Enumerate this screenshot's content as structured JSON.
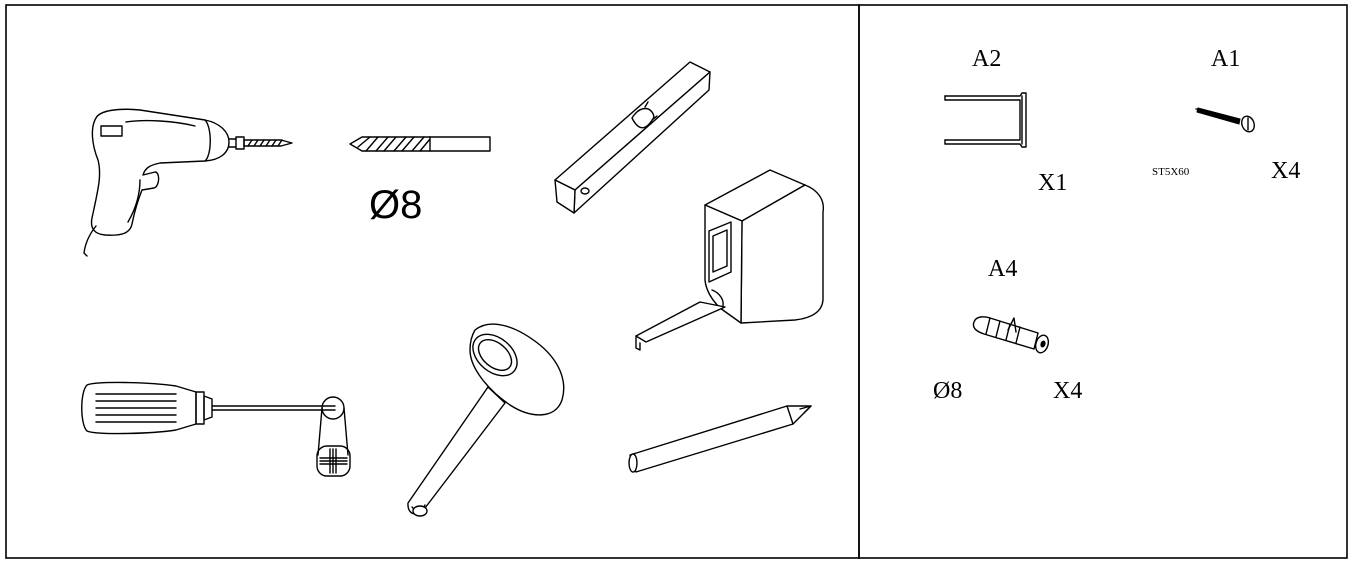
{
  "tools_panel": {
    "drill_bit_label": "Ø8",
    "tools": [
      {
        "name": "electric-drill",
        "icon": "drill-icon"
      },
      {
        "name": "drill-bit",
        "icon": "drill-bit-icon"
      },
      {
        "name": "spirit-level",
        "icon": "level-icon"
      },
      {
        "name": "tape-measure",
        "icon": "tape-measure-icon"
      },
      {
        "name": "screwdriver",
        "icon": "screwdriver-icon"
      },
      {
        "name": "rubber-mallet",
        "icon": "mallet-icon"
      },
      {
        "name": "pencil",
        "icon": "pencil-icon"
      }
    ]
  },
  "parts_panel": {
    "parts": [
      {
        "code": "A2",
        "quantity": "X1",
        "spec": "",
        "icon": "bracket-icon"
      },
      {
        "code": "A1",
        "quantity": "X4",
        "spec": "ST5X60",
        "icon": "screw-icon"
      },
      {
        "code": "A4",
        "quantity": "X4",
        "spec": "Ø8",
        "icon": "wall-anchor-icon"
      }
    ]
  }
}
